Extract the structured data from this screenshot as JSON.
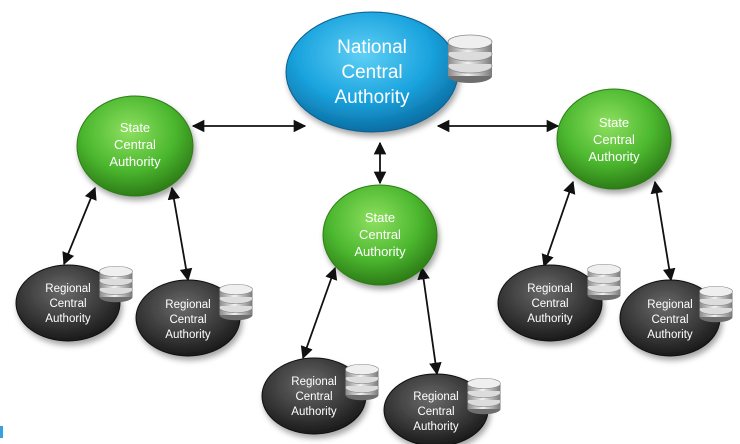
{
  "colors": {
    "national": "#1aa3de",
    "state": "#4cb82f",
    "regional": "#3a3a3a",
    "database": "#c8c8c8",
    "edge": "#111111"
  },
  "nodes": {
    "national": {
      "line1": "National",
      "line2": "Central",
      "line3": "Authority"
    },
    "state_left": {
      "line1": "State",
      "line2": "Central",
      "line3": "Authority"
    },
    "state_center": {
      "line1": "State",
      "line2": "Central",
      "line3": "Authority"
    },
    "state_right": {
      "line1": "State",
      "line2": "Central",
      "line3": "Authority"
    },
    "regional_1": {
      "line1": "Regional",
      "line2": "Central",
      "line3": "Authority"
    },
    "regional_2": {
      "line1": "Regional",
      "line2": "Central",
      "line3": "Authority"
    },
    "regional_3": {
      "line1": "Regional",
      "line2": "Central",
      "line3": "Authority"
    },
    "regional_4": {
      "line1": "Regional",
      "line2": "Central",
      "line3": "Authority"
    },
    "regional_5": {
      "line1": "Regional",
      "line2": "Central",
      "line3": "Authority"
    },
    "regional_6": {
      "line1": "Regional",
      "line2": "Central",
      "line3": "Authority"
    }
  },
  "icons": [
    "database-icon"
  ]
}
